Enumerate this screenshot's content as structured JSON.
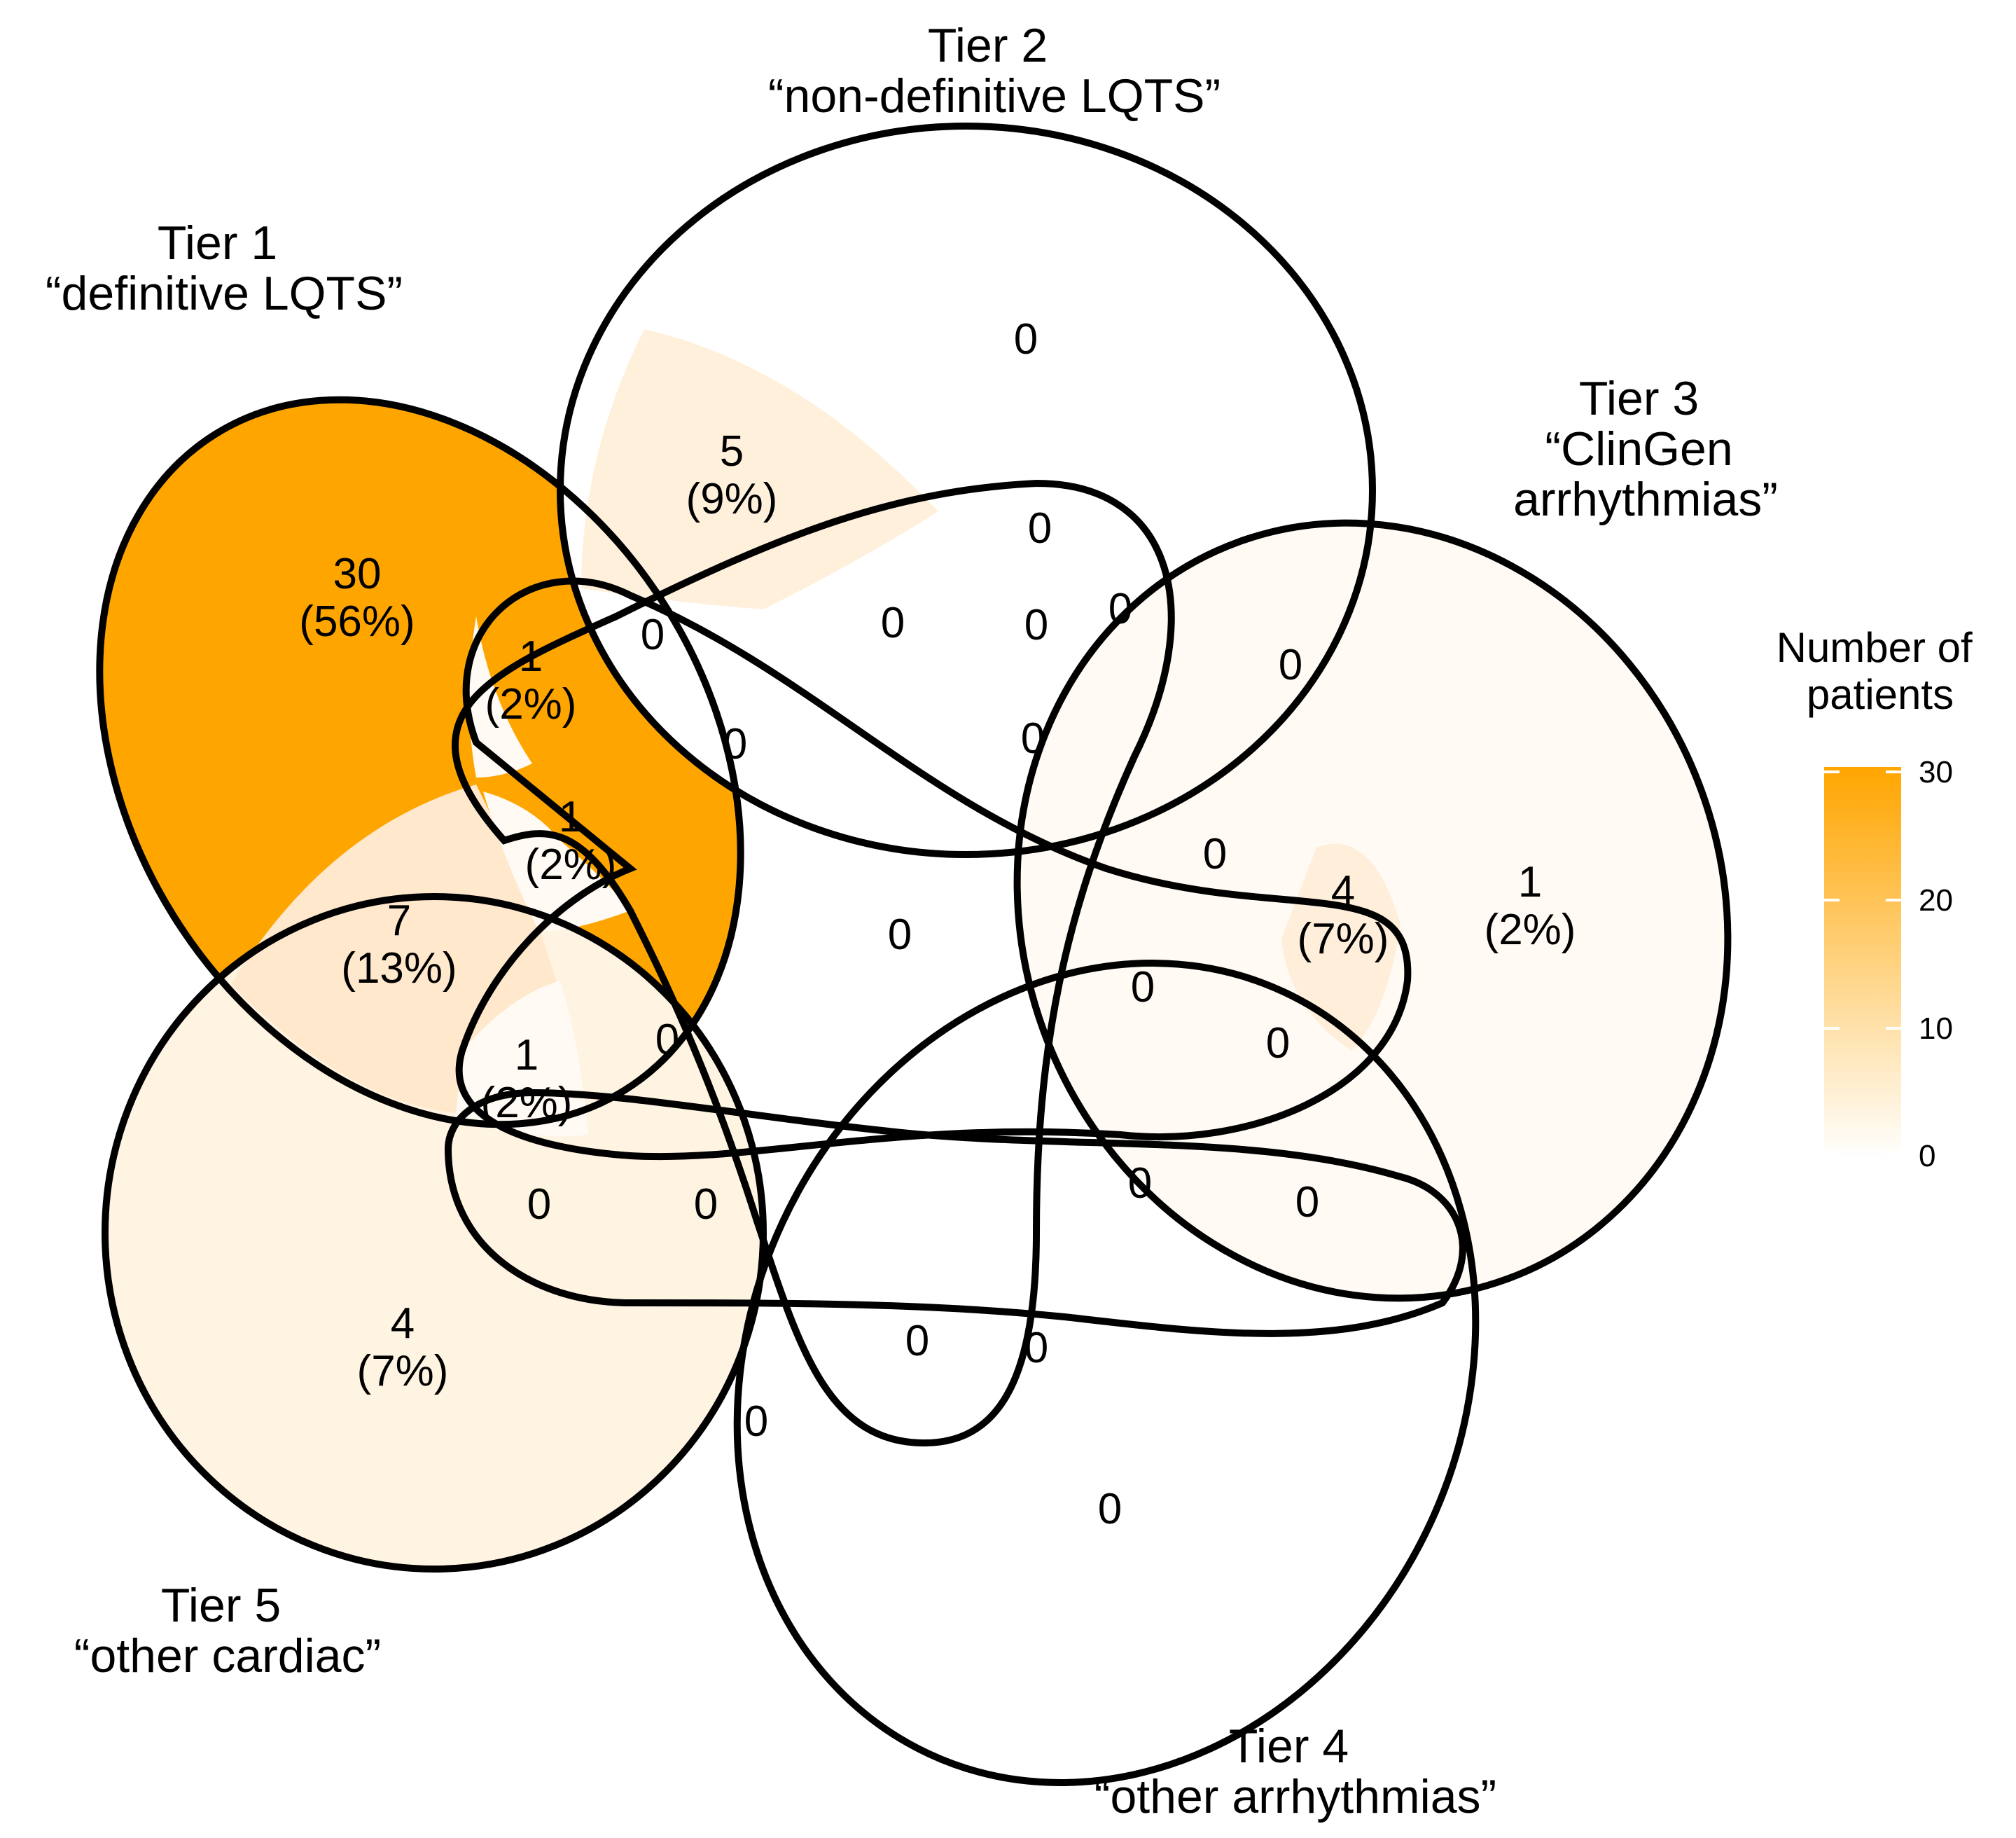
{
  "sets": [
    {
      "id": "t1",
      "line1": "Tier 1",
      "line2": "“definitive LQTS”"
    },
    {
      "id": "t2",
      "line1": "Tier 2",
      "line2": "“non-definitive LQTS”"
    },
    {
      "id": "t3",
      "line1": "Tier 3",
      "line2": "“ClinGen",
      "line3": "arrhythmias”"
    },
    {
      "id": "t4",
      "line1": "Tier 4",
      "line2": "“other arrhythmias”"
    },
    {
      "id": "t5",
      "line1": "Tier 5",
      "line2": "“other cardiac”"
    }
  ],
  "legend": {
    "title_line1": "Number of",
    "title_line2": "patients",
    "ticks": [
      "30",
      "20",
      "10",
      "0"
    ],
    "color_low": "#ffffff",
    "color_high": "#ffa500"
  },
  "regions": [
    {
      "sets": [
        "t1"
      ],
      "count": "30",
      "pct": "(56%)"
    },
    {
      "sets": [
        "t2"
      ],
      "count": "0",
      "pct": ""
    },
    {
      "sets": [
        "t3"
      ],
      "count": "1",
      "pct": "(2%)"
    },
    {
      "sets": [
        "t4"
      ],
      "count": "0",
      "pct": ""
    },
    {
      "sets": [
        "t5"
      ],
      "count": "4",
      "pct": "(7%)"
    },
    {
      "sets": [
        "t1",
        "t2"
      ],
      "count": "5",
      "pct": "(9%)"
    },
    {
      "sets": [
        "t1",
        "t5"
      ],
      "count": "7",
      "pct": "(13%)"
    },
    {
      "sets": [
        "t1",
        "t4"
      ],
      "count": "1",
      "pct": "(2%)"
    },
    {
      "sets": [
        "t1",
        "t3"
      ],
      "count": "1",
      "pct": "(2%)"
    },
    {
      "sets": [
        "t1",
        "t3",
        "t4"
      ],
      "count": "1",
      "pct": "(2%)"
    },
    {
      "sets": [
        "t2",
        "t3"
      ],
      "count": "4",
      "pct": "(7%)"
    },
    {
      "sets": [
        "t2",
        "t4"
      ],
      "count": "0",
      "pct": ""
    },
    {
      "sets": [
        "t2",
        "t5"
      ],
      "count": "0",
      "pct": ""
    },
    {
      "sets": [
        "t3",
        "t4"
      ],
      "count": "0",
      "pct": ""
    },
    {
      "sets": [
        "t3",
        "t5"
      ],
      "count": "0",
      "pct": ""
    },
    {
      "sets": [
        "t4",
        "t5"
      ],
      "count": "0",
      "pct": ""
    },
    {
      "sets": [
        "t1",
        "t2",
        "t4"
      ],
      "count": "0",
      "pct": ""
    },
    {
      "sets": [
        "t1",
        "t2",
        "t3"
      ],
      "count": "0",
      "pct": ""
    },
    {
      "sets": [
        "t2",
        "t3",
        "t4"
      ],
      "count": "0",
      "pct": ""
    },
    {
      "sets": [
        "t2",
        "t3",
        "t5"
      ],
      "count": "0",
      "pct": ""
    },
    {
      "sets": [
        "t2",
        "t4",
        "t5"
      ],
      "count": "0",
      "pct": ""
    },
    {
      "sets": [
        "t3",
        "t4",
        "t5"
      ],
      "count": "0",
      "pct": ""
    },
    {
      "sets": [
        "t1",
        "t4",
        "t5"
      ],
      "count": "0",
      "pct": ""
    },
    {
      "sets": [
        "t1",
        "t3",
        "t5"
      ],
      "count": "0",
      "pct": ""
    },
    {
      "sets": [
        "t1",
        "t2",
        "t5"
      ],
      "count": "0",
      "pct": ""
    },
    {
      "sets": [
        "t1",
        "t3",
        "t4",
        "t5"
      ],
      "count": "0",
      "pct": ""
    },
    {
      "sets": [
        "t1",
        "t2",
        "t3",
        "t4"
      ],
      "count": "0",
      "pct": ""
    },
    {
      "sets": [
        "t2",
        "t3",
        "t4",
        "t5"
      ],
      "count": "0",
      "pct": ""
    },
    {
      "sets": [
        "t1",
        "t2",
        "t4",
        "t5"
      ],
      "count": "0",
      "pct": ""
    },
    {
      "sets": [
        "t1",
        "t2",
        "t3",
        "t5"
      ],
      "count": "0",
      "pct": ""
    },
    {
      "sets": [
        "t1",
        "t2",
        "t3",
        "t4",
        "t5"
      ],
      "count": "0",
      "pct": ""
    }
  ]
}
